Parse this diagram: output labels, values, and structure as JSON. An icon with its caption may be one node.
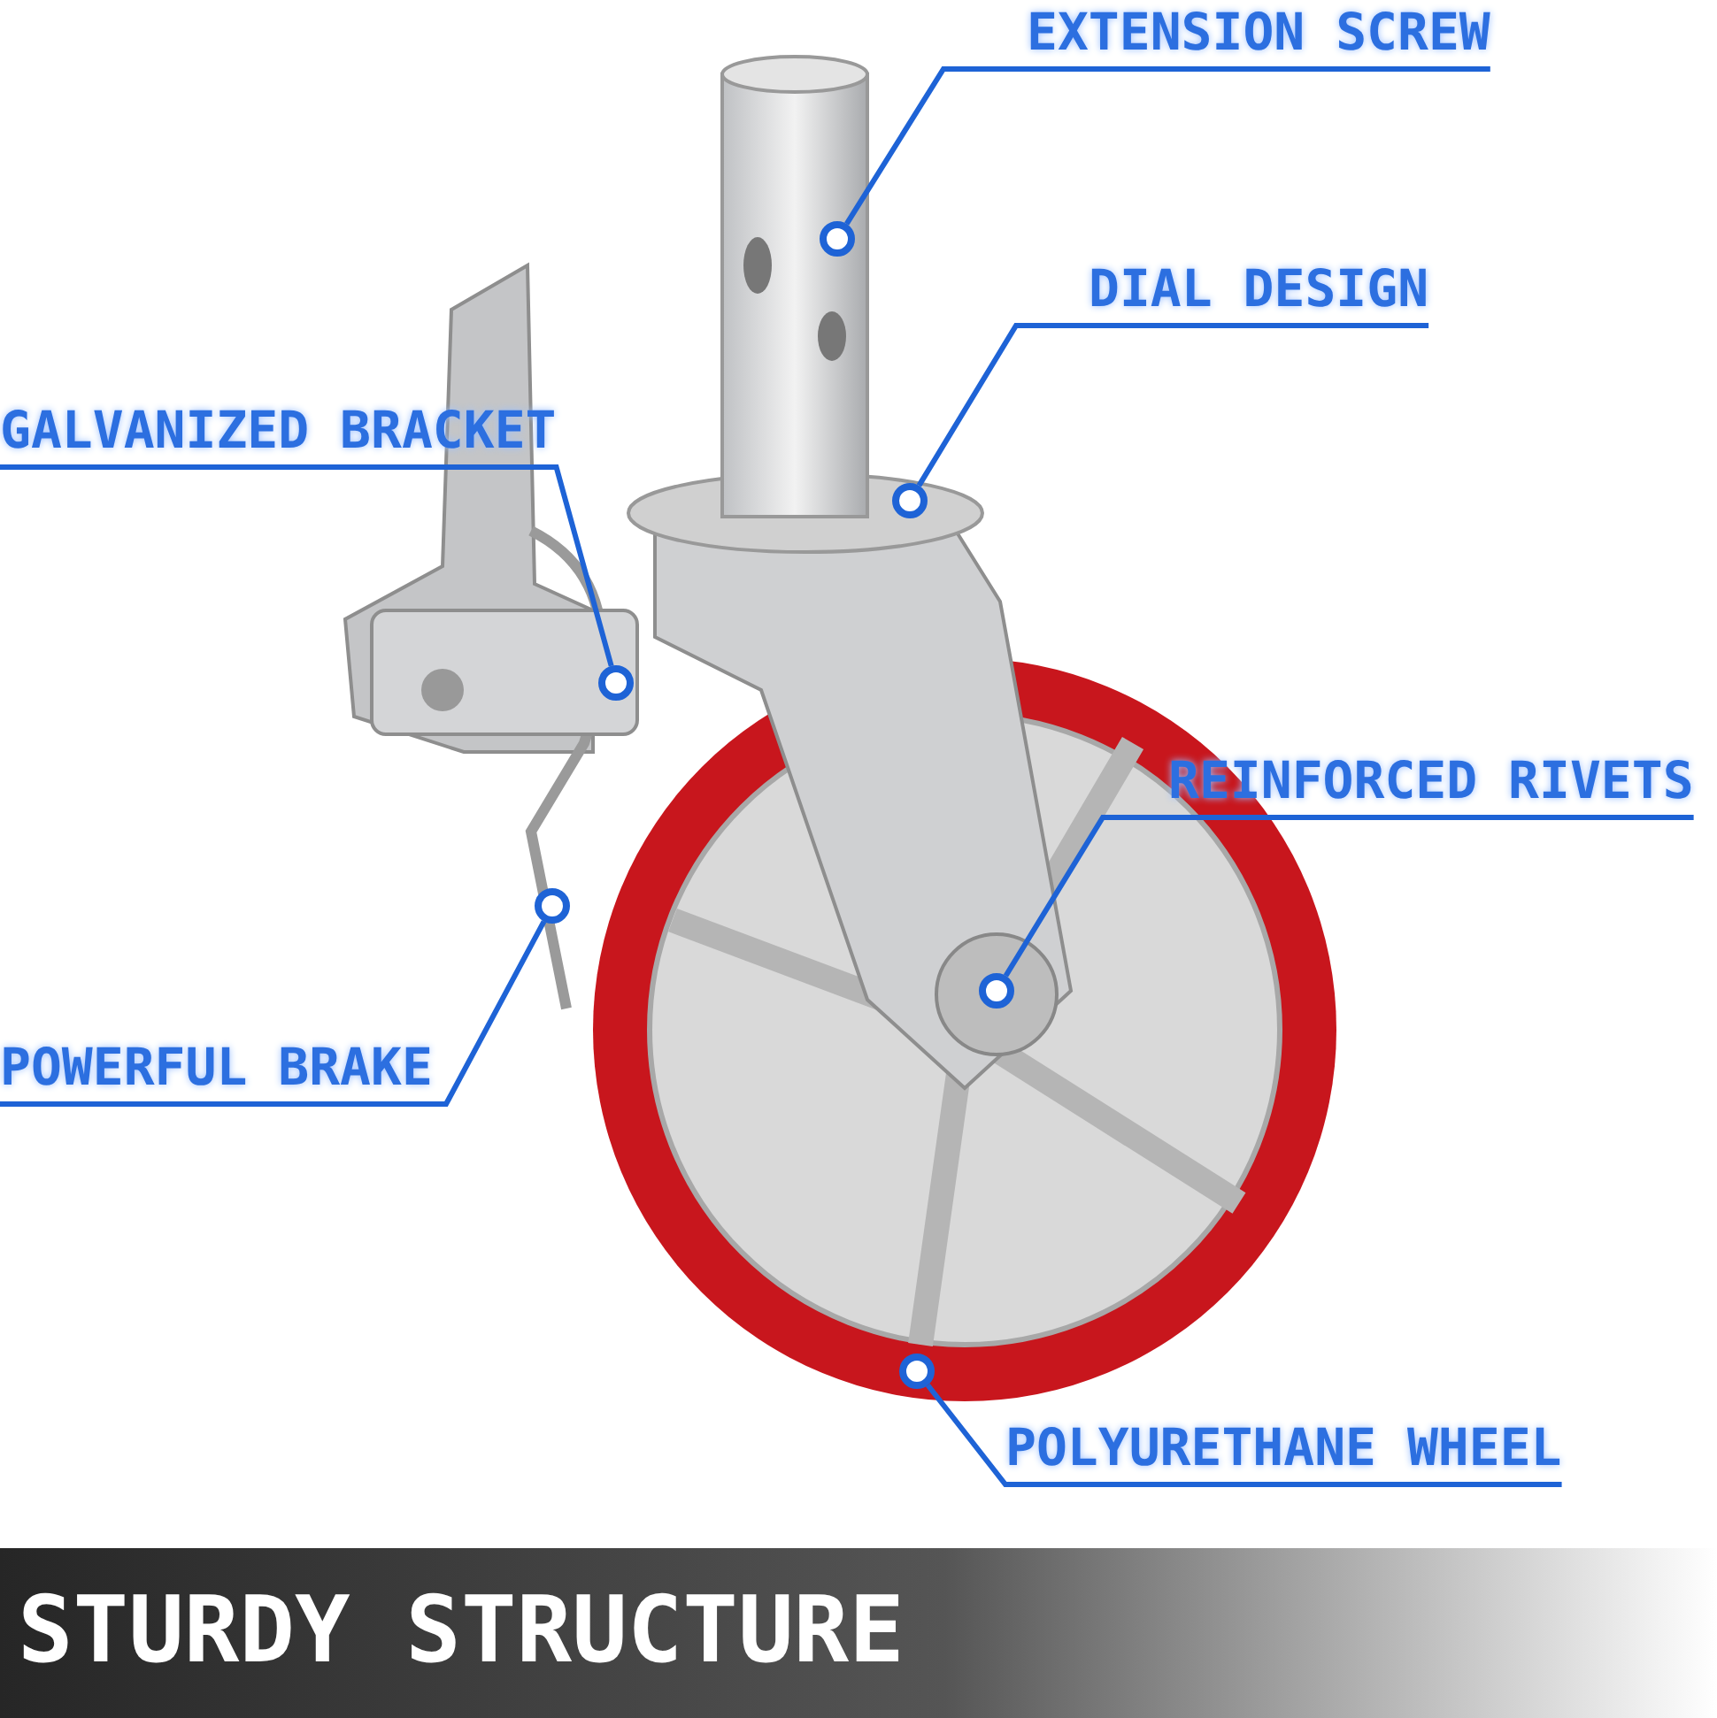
{
  "diagram": {
    "caption": "STURDY STRUCTURE",
    "nodes": [
      {
        "text": [
          "EXTENSION SCREW"
        ]
      },
      {
        "text": [],
        "shape": "circle"
      },
      {
        "text": [
          "DIAL DESIGN"
        ]
      },
      {
        "text": [],
        "shape": "circle"
      },
      {
        "text": [
          "GALVANIZED BRACKET"
        ]
      },
      {
        "text": [],
        "shape": "circle"
      },
      {
        "text": [
          "REINFORCED RIVETS"
        ]
      },
      {
        "text": [],
        "shape": "circle"
      },
      {
        "text": [
          "POWERFUL BRAKE"
        ]
      },
      {
        "text": [],
        "shape": "circle"
      },
      {
        "text": [
          "POLYURETHANE WHEEL"
        ]
      },
      {
        "text": [],
        "shape": "circle"
      }
    ],
    "edges": [
      {
        "from": 0,
        "to": 1,
        "arrow": "none"
      },
      {
        "from": 2,
        "to": 3,
        "arrow": "none"
      },
      {
        "from": 4,
        "to": 5,
        "arrow": "none"
      },
      {
        "from": 6,
        "to": 7,
        "arrow": "none"
      },
      {
        "from": 8,
        "to": 9,
        "arrow": "none"
      },
      {
        "from": 10,
        "to": 11,
        "arrow": "none"
      }
    ]
  }
}
